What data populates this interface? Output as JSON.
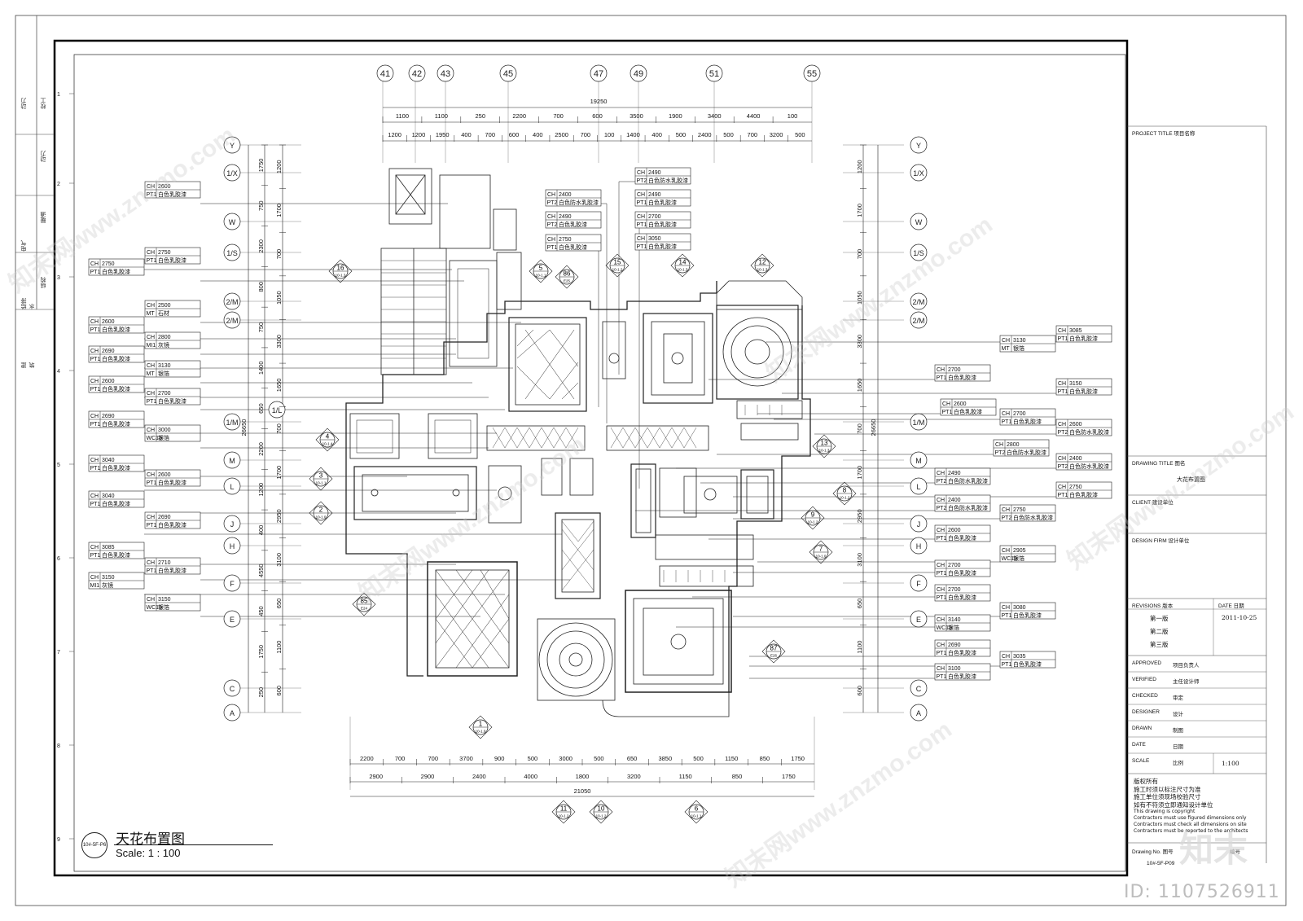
{
  "drawing": {
    "title": "天花布置图",
    "scale_label": "Scale: 1 : 100",
    "tag": "10#-5F-P6",
    "overall_width_dim": "19250",
    "overall_bottom_dim": "21050",
    "overall_left_dim": "26650",
    "overall_right_dim": "26650"
  },
  "grid": {
    "top": [
      "41",
      "42",
      "43",
      "45",
      "47",
      "49",
      "51",
      "55"
    ],
    "rows": [
      "Y",
      "1/X",
      "W",
      "1/S",
      "2/M",
      "2/M",
      "1/L",
      "1/M",
      "M",
      "L",
      "J",
      "H",
      "F",
      "E",
      "C",
      "A"
    ],
    "top_dims_1": [
      "1100",
      "1100",
      "250",
      "2200",
      "700",
      "600",
      "3500",
      "1900",
      "3400",
      "4400",
      "100"
    ],
    "top_dims_2": [
      "1200",
      "1200",
      "1950",
      "400",
      "700",
      "600",
      "400",
      "2500",
      "700",
      "100",
      "1400",
      "400",
      "500",
      "2400",
      "500",
      "700",
      "3200",
      "500"
    ],
    "bottom_dims_1": [
      "2200",
      "700",
      "700",
      "3700",
      "900",
      "500",
      "3000",
      "500",
      "650",
      "3850",
      "500",
      "1150",
      "850",
      "1750"
    ],
    "bottom_dims_2": [
      "2900",
      "2900",
      "2400",
      "4000",
      "1800",
      "3200",
      "1150",
      "850",
      "1750"
    ],
    "left_dims": [
      "1750",
      "750",
      "2300",
      "800",
      "750",
      "1400",
      "650",
      "2200",
      "1200",
      "400",
      "4550",
      "450",
      "1750",
      "250",
      "1200",
      "1700",
      "700",
      "1050",
      "3300",
      "1650",
      "700",
      "1700",
      "2950",
      "3100",
      "650",
      "1100",
      "600"
    ]
  },
  "tags_left": [
    {
      "ch": "2600",
      "mat": "PT1",
      "desc": "白色乳胶漆"
    },
    {
      "ch": "2750",
      "mat": "PT1",
      "desc": "白色乳胶漆"
    },
    {
      "ch": "2750",
      "mat": "PT1",
      "desc": "白色乳胶漆"
    },
    {
      "ch": "2500",
      "mat": "MT",
      "desc": "石材"
    },
    {
      "ch": "2600",
      "mat": "PT1",
      "desc": "白色乳胶漆"
    },
    {
      "ch": "2800",
      "mat": "MI1",
      "desc": "灰镜"
    },
    {
      "ch": "2690",
      "mat": "PT1",
      "desc": "白色乳胶漆"
    },
    {
      "ch": "3130",
      "mat": "MT",
      "desc": "银箔"
    },
    {
      "ch": "2600",
      "mat": "PT1",
      "desc": "白色乳胶漆"
    },
    {
      "ch": "2700",
      "mat": "PT1",
      "desc": "白色乳胶漆"
    },
    {
      "ch": "2690",
      "mat": "PT1",
      "desc": "白色乳胶漆"
    },
    {
      "ch": "3000",
      "mat": "WC13",
      "desc": "银箔"
    },
    {
      "ch": "3040",
      "mat": "PT1",
      "desc": "白色乳胶漆"
    },
    {
      "ch": "2600",
      "mat": "PT1",
      "desc": "白色乳胶漆"
    },
    {
      "ch": "3040",
      "mat": "PT1",
      "desc": "白色乳胶漆"
    },
    {
      "ch": "2690",
      "mat": "PT1",
      "desc": "白色乳胶漆"
    },
    {
      "ch": "3085",
      "mat": "PT1",
      "desc": "白色乳胶漆"
    },
    {
      "ch": "2710",
      "mat": "PT1",
      "desc": "白色乳胶漆"
    },
    {
      "ch": "3150",
      "mat": "MI1",
      "desc": "灰镜"
    },
    {
      "ch": "3150",
      "mat": "WC13",
      "desc": "银箔"
    }
  ],
  "tags_center": [
    {
      "ch": "2490",
      "mat": "PT2",
      "desc": "白色防水乳胶漆"
    },
    {
      "ch": "2400",
      "mat": "PT2",
      "desc": "白色防水乳胶漆"
    },
    {
      "ch": "2490",
      "mat": "PT1",
      "desc": "白色乳胶漆"
    },
    {
      "ch": "2490",
      "mat": "PT2",
      "desc": "白色乳胶漆"
    },
    {
      "ch": "2700",
      "mat": "PT1",
      "desc": "白色乳胶漆"
    },
    {
      "ch": "3050",
      "mat": "PT1",
      "desc": "白色乳胶漆"
    },
    {
      "ch": "2750",
      "mat": "PT1",
      "desc": "白色乳胶漆"
    }
  ],
  "tags_right": [
    {
      "ch": "3085",
      "mat": "PT1",
      "desc": "白色乳胶漆"
    },
    {
      "ch": "3130",
      "mat": "MT",
      "desc": "银箔"
    },
    {
      "ch": "2700",
      "mat": "PT1",
      "desc": "白色乳胶漆"
    },
    {
      "ch": "3150",
      "mat": "PT1",
      "desc": "白色乳胶漆"
    },
    {
      "ch": "2600",
      "mat": "PT1",
      "desc": "白色乳胶漆"
    },
    {
      "ch": "2700",
      "mat": "PT1",
      "desc": "白色乳胶漆"
    },
    {
      "ch": "2600",
      "mat": "PT2",
      "desc": "白色防水乳胶漆"
    },
    {
      "ch": "2800",
      "mat": "PT2",
      "desc": "白色防水乳胶漆"
    },
    {
      "ch": "2400",
      "mat": "PT2",
      "desc": "白色防水乳胶漆"
    },
    {
      "ch": "2490",
      "mat": "PT2",
      "desc": "白色防水乳胶漆"
    },
    {
      "ch": "2750",
      "mat": "PT1",
      "desc": "白色乳胶漆"
    },
    {
      "ch": "2400",
      "mat": "PT2",
      "desc": "白色防水乳胶漆"
    },
    {
      "ch": "2750",
      "mat": "PT2",
      "desc": "白色防水乳胶漆"
    },
    {
      "ch": "2600",
      "mat": "PT1",
      "desc": "白色乳胶漆"
    },
    {
      "ch": "2905",
      "mat": "WC13",
      "desc": "银箔"
    },
    {
      "ch": "2700",
      "mat": "PT1",
      "desc": "白色乳胶漆"
    },
    {
      "ch": "2700",
      "mat": "PT1",
      "desc": "白色乳胶漆"
    },
    {
      "ch": "3080",
      "mat": "PT1",
      "desc": "白色乳胶漆"
    },
    {
      "ch": "3140",
      "mat": "WC13",
      "desc": "银箔"
    },
    {
      "ch": "2690",
      "mat": "PT1",
      "desc": "白色乳胶漆"
    },
    {
      "ch": "3035",
      "mat": "PT1",
      "desc": "白色乳胶漆"
    },
    {
      "ch": "3100",
      "mat": "PT1",
      "desc": "白色乳胶漆"
    }
  ],
  "section_marks": [
    {
      "num": "16",
      "ref": "10-1.3"
    },
    {
      "num": "5",
      "ref": "10-1.1"
    },
    {
      "num": "86",
      "ref": "E25"
    },
    {
      "num": "15",
      "ref": "10-1.2"
    },
    {
      "num": "14",
      "ref": "10-1.3"
    },
    {
      "num": "12",
      "ref": "10-1.3"
    },
    {
      "num": "4",
      "ref": "10-1.4"
    },
    {
      "num": "13",
      "ref": "10-1.3"
    },
    {
      "num": "3",
      "ref": "10-1.1"
    },
    {
      "num": "8",
      "ref": "10-1.2"
    },
    {
      "num": "2",
      "ref": "10-1.0"
    },
    {
      "num": "9",
      "ref": "10-1.2"
    },
    {
      "num": "7",
      "ref": "10-1.0"
    },
    {
      "num": "85",
      "ref": "E24"
    },
    {
      "num": "87",
      "ref": "E26"
    },
    {
      "num": "1",
      "ref": "10-1.0"
    },
    {
      "num": "11",
      "ref": "10-1.2"
    },
    {
      "num": "10",
      "ref": "10-1.2"
    },
    {
      "num": "6",
      "ref": "10-1.1"
    }
  ],
  "left_strip": [
    "动力",
    "校工",
    "电气",
    "动力",
    "给排水",
    "暖通",
    "建筑",
    "结构"
  ],
  "title_block": {
    "project_title": "PROJECT TITLE 项目名称",
    "drawing_title_label": "DRAWING TITLE 图名",
    "drawing_title_value": "大花布置图",
    "client": "CLIENT 建设单位",
    "design_firm": "DESIGN FIRM 设计单位",
    "revisions_label": "REVISIONS 版本",
    "date_label": "DATE 日期",
    "revisions": [
      {
        "label": "第一版",
        "date": "2011-10-25"
      },
      {
        "label": "第二版",
        "date": ""
      },
      {
        "label": "第三版",
        "date": ""
      }
    ],
    "roles": [
      {
        "en": "APPROVED",
        "cn": "项目负责人"
      },
      {
        "en": "VERIFIED",
        "cn": "主任设计师"
      },
      {
        "en": "CHECKED",
        "cn": "审定"
      },
      {
        "en": "DESIGNER",
        "cn": "设计"
      },
      {
        "en": "DRAWN",
        "cn": "制图"
      },
      {
        "en": "DATE",
        "cn": "日期"
      },
      {
        "en": "SCALE",
        "cn": "比例"
      }
    ],
    "scale_value": "1:100",
    "notes": [
      "版权所有",
      "施工时须以标注尺寸为准",
      "施工单位须现场校验尺寸",
      "如有不符须立即通知设计单位",
      "This drawing is copyright",
      "Contractors must use figured dimensions only",
      "Contractors must check all dimensions on site",
      "Contractors must be reported to the architects"
    ],
    "drawing_no_label": "Drawing No. 图号",
    "drawing_no_label2": "编号",
    "drawing_no": "10#-5F-P09"
  },
  "watermark": {
    "brand": "知末网www.znzmo.com",
    "logo": "知末",
    "id_text": "ID: 1107526911"
  }
}
